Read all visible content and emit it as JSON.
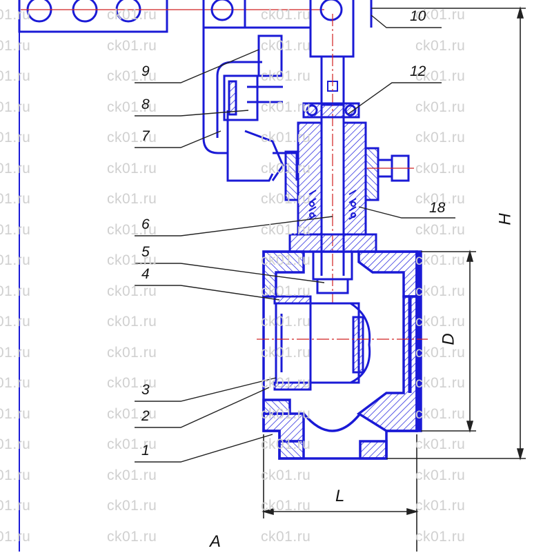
{
  "watermark": {
    "text": "ck01.ru",
    "color": "#d0d0d0"
  },
  "colors": {
    "outline": "#1a1ad6",
    "hatch": "#3030e0",
    "center_line": "#d02020",
    "leader": "#222222"
  },
  "callouts": {
    "c10": "10",
    "c12": "12",
    "c9": "9",
    "c8": "8",
    "c7": "7",
    "c18": "18",
    "c6": "6",
    "c5": "5",
    "c4": "4",
    "c3": "3",
    "c2": "2",
    "c1": "1"
  },
  "dimensions": {
    "H": "H",
    "D": "D",
    "L": "L",
    "A": "A"
  }
}
